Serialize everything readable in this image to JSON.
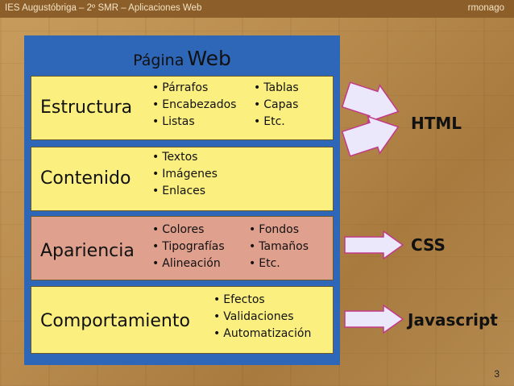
{
  "header": {
    "left_text": "IES Augustóbriga – 2º SMR – Aplicaciones Web",
    "right_text": "rmonago"
  },
  "panel": {
    "title_part1": "Página",
    "title_part2": "Web"
  },
  "boxes": [
    {
      "title": "Estructura",
      "col1": [
        "Párrafos",
        "Encabezados",
        "Listas"
      ],
      "col2": [
        "Tablas",
        "Capas",
        "Etc."
      ]
    },
    {
      "title": "Contenido",
      "col1": [
        "Textos",
        "Imágenes",
        "Enlaces"
      ]
    },
    {
      "title": "Apariencia",
      "col1": [
        "Colores",
        "Tipografías",
        "Alineación"
      ],
      "col2": [
        "Fondos",
        "Tamaños",
        "Etc."
      ]
    },
    {
      "title": "Comportamiento",
      "col1": [
        "Efectos",
        "Validaciones",
        "Automatización"
      ]
    }
  ],
  "labels": {
    "html": "HTML",
    "css": "CSS",
    "js": "Javascript"
  },
  "page_number": "3",
  "colors": {
    "panel_blue": "#2e66b8",
    "box_yellow": "#fbf07f",
    "box_pink": "#e0a08e",
    "arrow_fill": "#ece8fb",
    "arrow_stroke": "#c23a8a",
    "header_bar": "#8c5f2a"
  }
}
